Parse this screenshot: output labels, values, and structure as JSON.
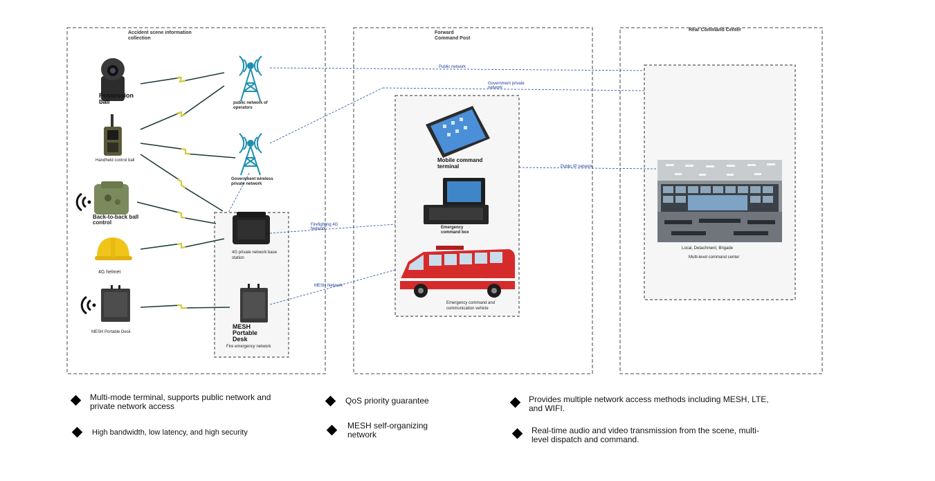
{
  "sections": {
    "accident": {
      "title": "Accident scene information collection"
    },
    "forward": {
      "title_line1": "Forward",
      "title_line2": "Command Post"
    },
    "rear": {
      "title": "Rear Command Center"
    }
  },
  "devices": {
    "possession_ball": "Possession ball",
    "handheld_ball": "Handheld control ball",
    "back_to_back": "Back-to-back ball control",
    "helmet": "4G helmet",
    "mesh_desk_small": "MESH Portable Desk",
    "public_tower": "public network of operators",
    "gov_tower": "Government wireless private network",
    "lte_base": "4G private network base station",
    "mesh_desk": "MESH Portable Desk",
    "fire_net": "Fire emergency network",
    "tablet": "Mobile command terminal",
    "cmd_box": "Emergency command box",
    "vehicle": "Emergency command and communication vehicle",
    "center_photo": "Local, Detachment, Brigade",
    "center_desc": "Multi-level command center"
  },
  "networks": {
    "public": "Public network",
    "gov": "Government private network",
    "public_ip": "Public IP network",
    "fire4g": "Firefighting 4G Network",
    "mesh": "MESH Network"
  },
  "features": [
    {
      "text": "Multi-mode terminal, supports public network and private network access"
    },
    {
      "text": "QoS priority guarantee"
    },
    {
      "text": "Provides multiple network access methods including MESH, LTE, and WIFI."
    },
    {
      "text": "High bandwidth, low latency, and high security"
    },
    {
      "text": "MESH self-organizing network"
    },
    {
      "text": "Real-time audio and video transmission from the scene, multi-level dispatch and command."
    }
  ],
  "colors": {
    "frame": "#6d6d6d",
    "network_line": "#3b5ea8",
    "lightning": "#c7c43a",
    "tower": "#1f8fb0",
    "vehicle": "#d62b2b"
  }
}
